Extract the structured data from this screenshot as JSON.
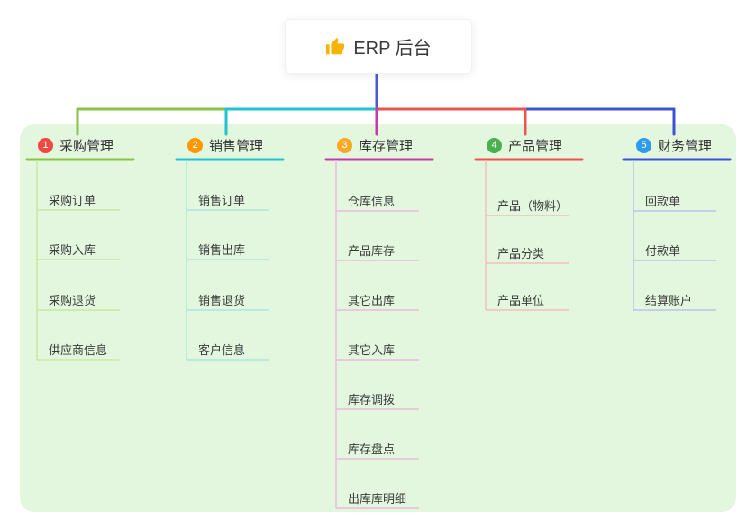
{
  "root": {
    "title": "ERP 后台",
    "icon": "thumbs-up"
  },
  "branches": [
    {
      "num": "1",
      "title": "采购管理",
      "badge_color": "#f0483e",
      "line_color": "#8bc34a",
      "light_color": "#c9e6a0",
      "items": [
        "采购订单",
        "采购入库",
        "采购退货",
        "供应商信息"
      ]
    },
    {
      "num": "2",
      "title": "销售管理",
      "badge_color": "#ff9800",
      "line_color": "#22c3cf",
      "light_color": "#a9e5de",
      "items": [
        "销售订单",
        "销售出库",
        "销售退货",
        "客户信息"
      ]
    },
    {
      "num": "3",
      "title": "库存管理",
      "badge_color": "#ffa726",
      "line_color": "#c73aa5",
      "light_color": "#e9bade",
      "items": [
        "仓库信息",
        "产品库存",
        "其它出库",
        "其它入库",
        "库存调拨",
        "库存盘点",
        "出库库明细"
      ]
    },
    {
      "num": "4",
      "title": "产品管理",
      "badge_color": "#4caf50",
      "line_color": "#ef5350",
      "light_color": "#f6bdbb",
      "items": [
        "产品（物料）",
        "产品分类",
        "产品单位"
      ]
    },
    {
      "num": "5",
      "title": "财务管理",
      "badge_color": "#2f9bea",
      "line_color": "#3f51d6",
      "light_color": "#bac4ee",
      "items": [
        "回款单",
        "付款单",
        "结算账户"
      ]
    }
  ],
  "colors": {
    "stem": "#4a5ad0",
    "panel_bg": "#e3f6de"
  }
}
